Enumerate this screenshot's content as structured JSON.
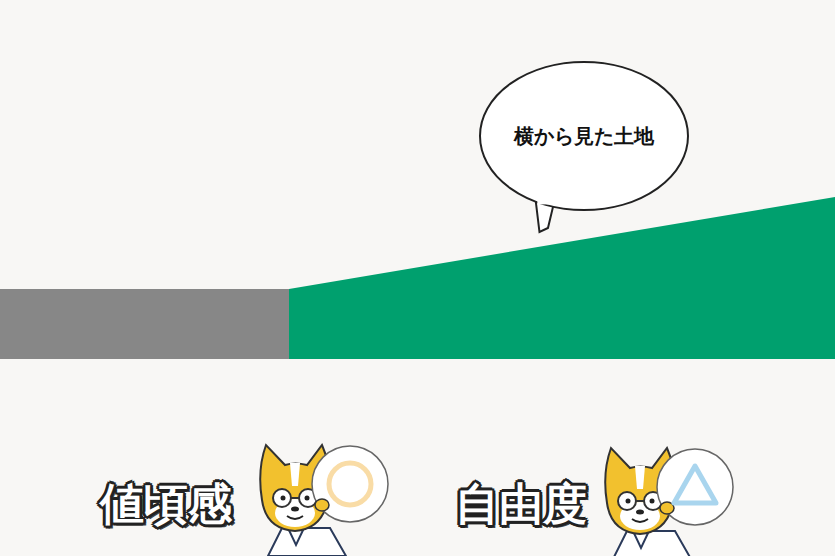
{
  "diagram": {
    "nodes": [
      {
        "text": [
          "横から見た土地"
        ]
      }
    ],
    "labels": [
      "値頃感",
      "自由度"
    ]
  }
}
